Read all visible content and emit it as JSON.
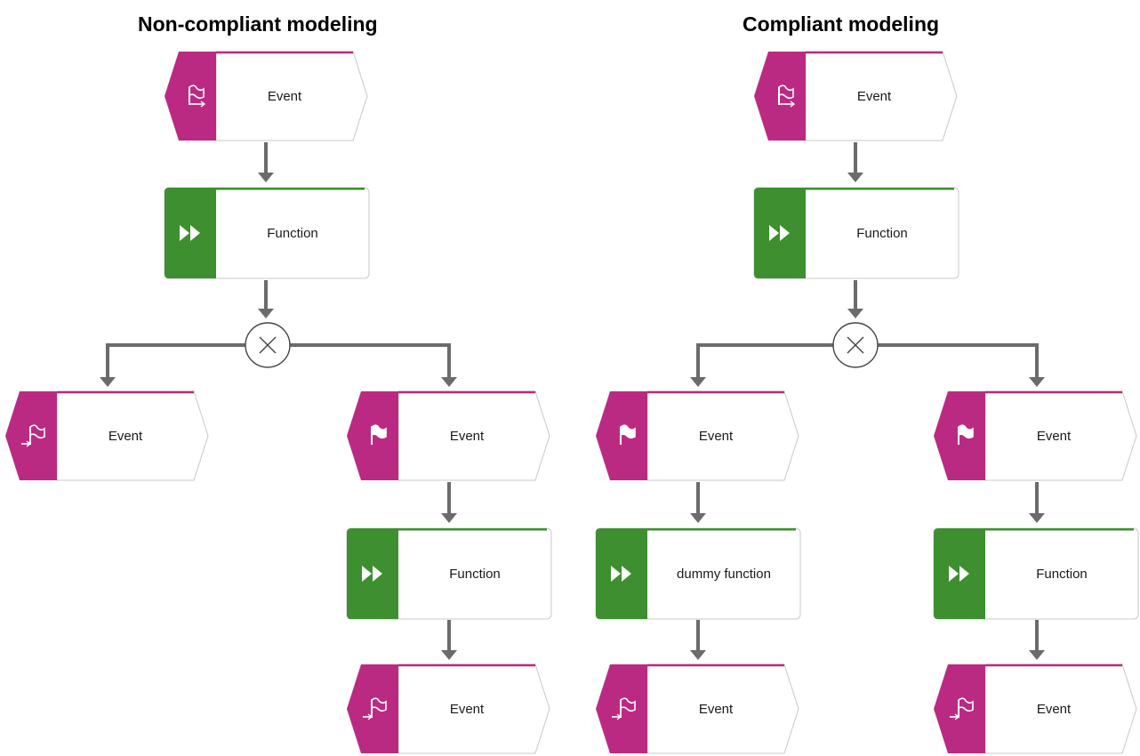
{
  "titles": {
    "left": "Non-compliant modeling",
    "right": "Compliant modeling"
  },
  "colors": {
    "event": "#bb2a82",
    "function": "#3d8f2f",
    "connector": "#6b6b6b",
    "background": "#ffffff"
  },
  "icons": {
    "start_event": "flag-start-icon",
    "intermediate_event": "flag-icon",
    "end_event": "flag-end-icon",
    "function": "fast-forward-icon",
    "xor": "xor-connector-icon"
  },
  "diagrams": {
    "non_compliant": {
      "start_event": "Event",
      "function": "Function",
      "branch_left_event": "Event",
      "branch_right_event": "Event",
      "branch_right_function": "Function",
      "branch_right_end_event": "Event"
    },
    "compliant": {
      "start_event": "Event",
      "function": "Function",
      "branch_left_event": "Event",
      "branch_left_function": "dummy function",
      "branch_left_end_event": "Event",
      "branch_right_event": "Event",
      "branch_right_function": "Function",
      "branch_right_end_event": "Event"
    }
  }
}
